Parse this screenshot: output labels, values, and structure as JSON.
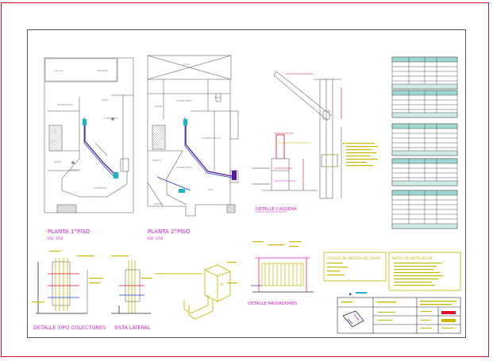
{
  "colors": {
    "frame_red": "#e0102a",
    "line_gray": "#8a8a8a",
    "title_magenta": "#e01ad6",
    "note_yellow": "#c9b800",
    "pipe_purple": "#5a1aa0",
    "pipe_blue": "#1a3ccc",
    "cyan": "#1ab3cc",
    "dark": "#2a2a2a"
  },
  "plans": {
    "floor1_title": "PLANTA 1°PISO",
    "floor1_scale": "ESC. 1/50",
    "floor2_title": "PLANTA 2°PISO",
    "floor2_scale": "ESC. 1/50"
  },
  "details": {
    "boiler_title": "DETALLE CALDERA",
    "collectors_title": "DETALLE TIPO COLECTORES",
    "side_view_title": "VISTA LATERAL",
    "radiators_title": "DETALLE RADIADORES"
  },
  "notes": {
    "heat_loss_title": "CARGAS DE PERDIDA DE CALOR",
    "installation_notes_title": "NOTAS DE INSTALACION"
  },
  "icons": [
    "north-arrow-icon",
    "boiler-unit-icon"
  ]
}
